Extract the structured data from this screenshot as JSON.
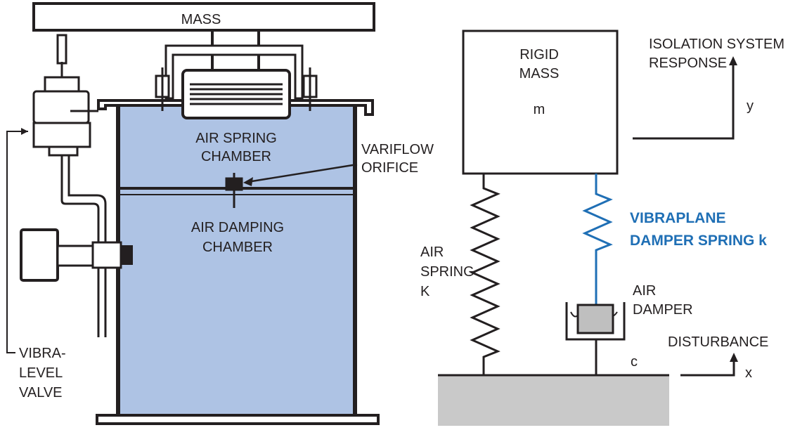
{
  "labels": {
    "mass": "MASS",
    "air_spring_chamber": [
      "AIR SPRING",
      "CHAMBER"
    ],
    "variflow_orifice": [
      "VARIFLOW",
      "ORIFICE"
    ],
    "air_damping_chamber": [
      "AIR DAMPING",
      "CHAMBER"
    ],
    "vibra_level_valve": [
      "VIBRA-",
      "LEVEL",
      "VALVE"
    ],
    "rigid_mass": [
      "RIGID",
      "MASS"
    ],
    "mass_symbol": "m",
    "isolation_response": [
      "ISOLATION SYSTEM",
      "RESPONSE"
    ],
    "y_axis": "y",
    "vibraplane_damper_spring": [
      "VIBRAPLANE",
      "DAMPER SPRING k"
    ],
    "air_spring_k": [
      "AIR",
      "SPRING",
      "K"
    ],
    "air_damper": [
      "AIR",
      "DAMPER"
    ],
    "disturbance": "DISTURBANCE",
    "c_symbol": "c",
    "x_axis": "x"
  },
  "colors": {
    "chamber_fill": "#aec3e4",
    "ground_fill": "#c9c9c9",
    "damper_block": "#bfbfbf",
    "outline": "#231f20",
    "accent_blue": "#1f6fb5"
  }
}
